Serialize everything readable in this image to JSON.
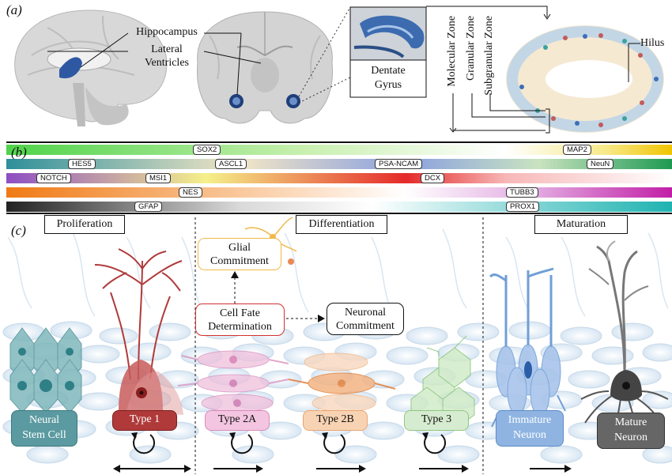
{
  "panels": {
    "a": "(a)",
    "b": "(b)",
    "c": "(c)"
  },
  "panel_a": {
    "hippocampus": "Hippocampus",
    "lateral_ventricles_line1": "Lateral",
    "lateral_ventricles_line2": "Ventricles",
    "dentate_line1": "Dentate",
    "dentate_line2": "Gyrus",
    "zones": {
      "molecular": "Molecular Zone",
      "granular": "Granular Zone",
      "subgranular": "Subgranular Zone"
    },
    "hilus": "Hilus"
  },
  "markers": [
    "SOX2",
    "MAP2",
    "HES5",
    "ASCL1",
    "PSA-NCAM",
    "NeuN",
    "NOTCH",
    "MSI1",
    "DCX",
    "NES",
    "TUBB3",
    "GFAP",
    "PROX1"
  ],
  "phases": {
    "proliferation": "Proliferation",
    "differentiation": "Differentiation",
    "maturation": "Maturation"
  },
  "decisions": {
    "glial_line1": "Glial",
    "glial_line2": "Commitment",
    "fate_line1": "Cell Fate",
    "fate_line2": "Determination",
    "neuronal_line1": "Neuronal",
    "neuronal_line2": "Commitment"
  },
  "stages": {
    "nsc_line1": "Neural",
    "nsc_line2": "Stem Cell",
    "type1": "Type 1",
    "type2a": "Type 2A",
    "type2b": "Type 2B",
    "type3": "Type 3",
    "immature_line1": "Immature",
    "immature_line2": "Neuron",
    "mature_line1": "Mature",
    "mature_line2": "Neuron"
  },
  "colors": {
    "nsc": "#5a9aa0",
    "type1": "#b03a3a",
    "type2a": "#e8a3c8",
    "type2b": "#f0b78a",
    "type3": "#a6d49a",
    "immature": "#6f9fd6",
    "mature": "#5a5a5a",
    "glial": "#f0b84a",
    "fate": "#d33030"
  }
}
